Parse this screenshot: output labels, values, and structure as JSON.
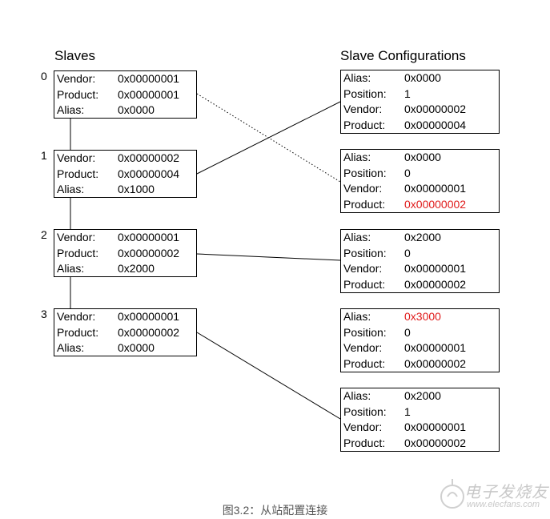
{
  "headings": {
    "slaves": "Slaves",
    "configs": "Slave Configurations"
  },
  "slaves": [
    {
      "index": "0",
      "rows": [
        {
          "k": "Vendor:",
          "v": "0x00000001"
        },
        {
          "k": "Product:",
          "v": "0x00000001"
        },
        {
          "k": "Alias:",
          "v": "0x0000"
        }
      ]
    },
    {
      "index": "1",
      "rows": [
        {
          "k": "Vendor:",
          "v": "0x00000002"
        },
        {
          "k": "Product:",
          "v": "0x00000004"
        },
        {
          "k": "Alias:",
          "v": "0x1000"
        }
      ]
    },
    {
      "index": "2",
      "rows": [
        {
          "k": "Vendor:",
          "v": "0x00000001"
        },
        {
          "k": "Product:",
          "v": "0x00000002"
        },
        {
          "k": "Alias:",
          "v": "0x2000"
        }
      ]
    },
    {
      "index": "3",
      "rows": [
        {
          "k": "Vendor:",
          "v": "0x00000001"
        },
        {
          "k": "Product:",
          "v": "0x00000002"
        },
        {
          "k": "Alias:",
          "v": "0x0000"
        }
      ]
    }
  ],
  "configs": [
    {
      "rows": [
        {
          "k": "Alias:",
          "v": "0x0000"
        },
        {
          "k": "Position:",
          "v": "1"
        },
        {
          "k": "Vendor:",
          "v": "0x00000002"
        },
        {
          "k": "Product:",
          "v": "0x00000004"
        }
      ]
    },
    {
      "rows": [
        {
          "k": "Alias:",
          "v": "0x0000"
        },
        {
          "k": "Position:",
          "v": "0"
        },
        {
          "k": "Vendor:",
          "v": "0x00000001"
        },
        {
          "k": "Product:",
          "v": "0x00000002",
          "highlight": true
        }
      ]
    },
    {
      "rows": [
        {
          "k": "Alias:",
          "v": "0x2000"
        },
        {
          "k": "Position:",
          "v": "0"
        },
        {
          "k": "Vendor:",
          "v": "0x00000001"
        },
        {
          "k": "Product:",
          "v": "0x00000002"
        }
      ]
    },
    {
      "rows": [
        {
          "k": "Alias:",
          "v": "0x3000",
          "highlight": true
        },
        {
          "k": "Position:",
          "v": "0"
        },
        {
          "k": "Vendor:",
          "v": "0x00000001"
        },
        {
          "k": "Product:",
          "v": "0x00000002"
        }
      ]
    },
    {
      "rows": [
        {
          "k": "Alias:",
          "v": "0x2000"
        },
        {
          "k": "Position:",
          "v": "1"
        },
        {
          "k": "Vendor:",
          "v": "0x00000001"
        },
        {
          "k": "Product:",
          "v": "0x00000002"
        }
      ]
    }
  ],
  "highlight_color": "#e01b1b",
  "caption": "图3.2：从站配置连接",
  "watermark": {
    "line1": "电子发烧友",
    "line2": "www.elecfans.com"
  }
}
